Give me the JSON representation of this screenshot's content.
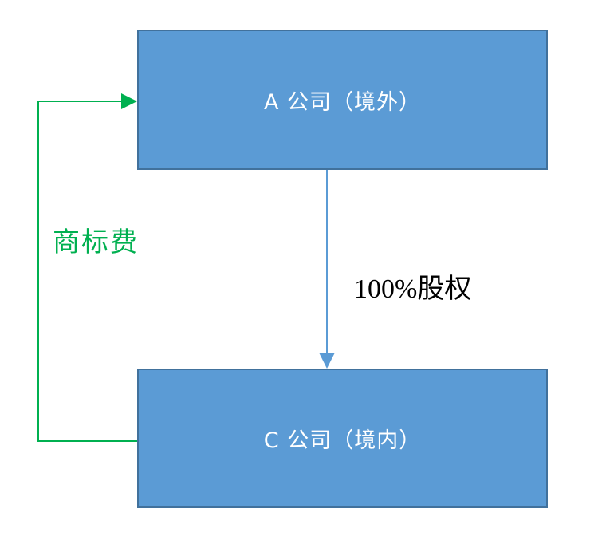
{
  "diagram": {
    "company_a": "A 公司（境外）",
    "company_c": "C 公司（境内）",
    "edge_ownership_label": "100%股权",
    "edge_fee_label": "商标费",
    "colors": {
      "box_fill": "#5b9bd5",
      "box_border": "#41719c",
      "ownership_arrow": "#5b9bd5",
      "fee_arrow": "#00b050"
    }
  }
}
